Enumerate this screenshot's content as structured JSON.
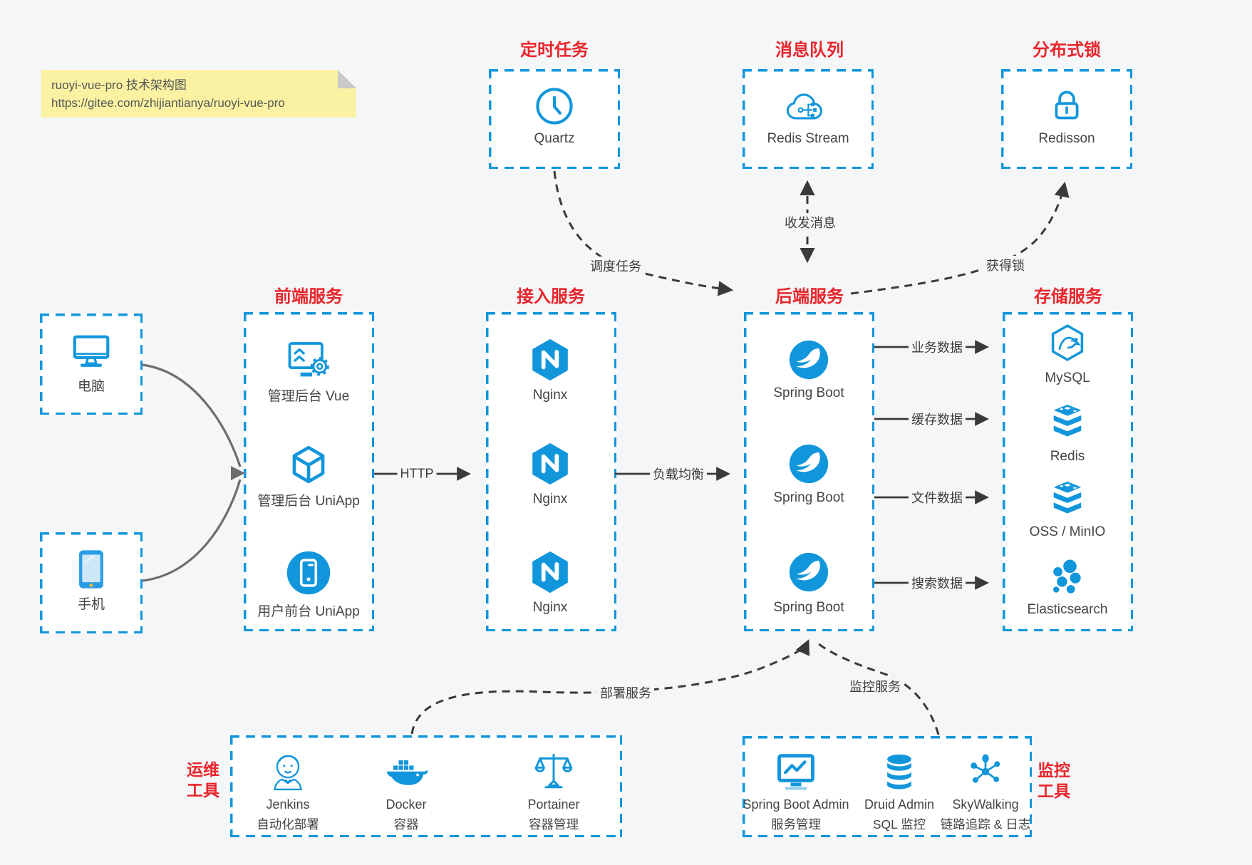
{
  "note": {
    "title": "ruoyi-vue-pro 技术架构图",
    "url": "https://gitee.com/zhijiantianya/ruoyi-vue-pro"
  },
  "colors": {
    "accent_blue": "#1296db",
    "title_red": "#e8262c",
    "canvas_bg": "#f5f6f7",
    "note_bg": "#faf2a2"
  },
  "groups": {
    "scheduled_job": {
      "title": "定时任务",
      "items": [
        {
          "label": "Quartz"
        }
      ]
    },
    "message_queue": {
      "title": "消息队列",
      "items": [
        {
          "label": "Redis Stream"
        }
      ]
    },
    "distributed_lock": {
      "title": "分布式锁",
      "items": [
        {
          "label": "Redisson"
        }
      ]
    },
    "clients": {
      "items": [
        {
          "label": "电脑"
        },
        {
          "label": "手机"
        }
      ]
    },
    "frontend": {
      "title": "前端服务",
      "items": [
        {
          "label": "管理后台 Vue"
        },
        {
          "label": "管理后台 UniApp"
        },
        {
          "label": "用户前台 UniApp"
        }
      ]
    },
    "gateway": {
      "title": "接入服务",
      "items": [
        {
          "label": "Nginx"
        },
        {
          "label": "Nginx"
        },
        {
          "label": "Nginx"
        }
      ]
    },
    "backend": {
      "title": "后端服务",
      "items": [
        {
          "label": "Spring Boot"
        },
        {
          "label": "Spring Boot"
        },
        {
          "label": "Spring Boot"
        }
      ]
    },
    "storage": {
      "title": "存储服务",
      "items": [
        {
          "label": "MySQL"
        },
        {
          "label": "Redis"
        },
        {
          "label": "OSS / MinIO"
        },
        {
          "label": "Elasticsearch"
        }
      ]
    },
    "devops": {
      "title_line1": "运维",
      "title_line2": "工具",
      "items": [
        {
          "name": "Jenkins",
          "desc": "自动化部署"
        },
        {
          "name": "Docker",
          "desc": "容器"
        },
        {
          "name": "Portainer",
          "desc": "容器管理"
        }
      ]
    },
    "monitoring": {
      "title_line1": "监控",
      "title_line2": "工具",
      "items": [
        {
          "name": "Spring Boot Admin",
          "desc": "服务管理"
        },
        {
          "name": "Druid Admin",
          "desc": "SQL 监控"
        },
        {
          "name": "SkyWalking",
          "desc": "链路追踪 & 日志"
        }
      ]
    }
  },
  "edges": {
    "http": "HTTP",
    "load_balance": "负载均衡",
    "business_data": "业务数据",
    "cache_data": "缓存数据",
    "file_data": "文件数据",
    "search_data": "搜索数据",
    "schedule_task": "调度任务",
    "send_receive_message": "收发消息",
    "acquire_lock": "获得锁",
    "deploy_service": "部署服务",
    "monitor_service": "监控服务"
  }
}
